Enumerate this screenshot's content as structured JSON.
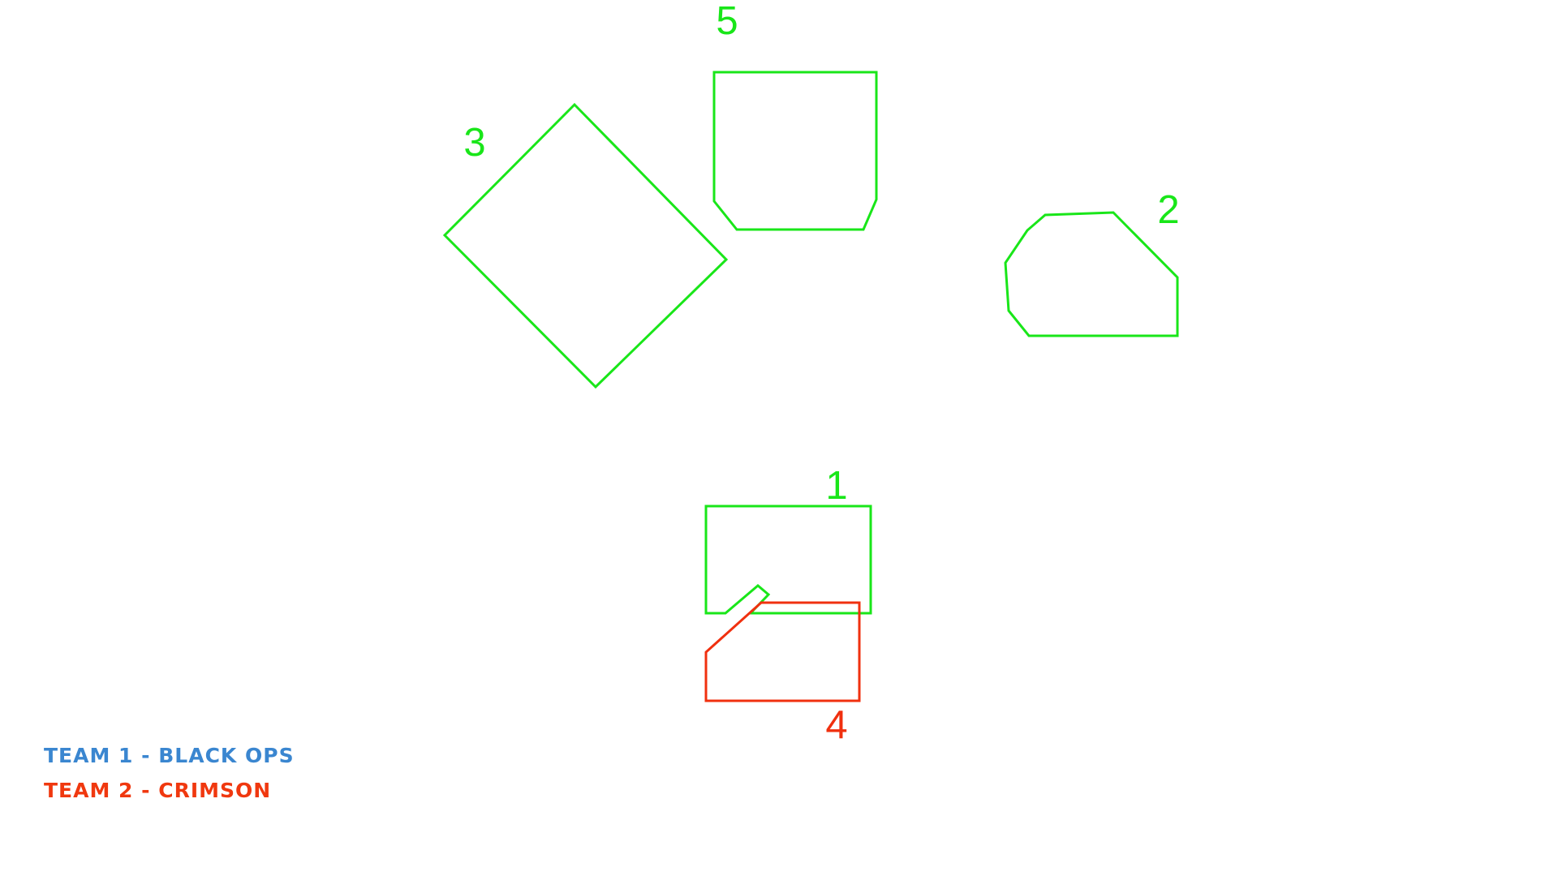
{
  "colors": {
    "zone_default": "#19e619",
    "zone_team2": "#f0300f",
    "team1": "#3a86d0",
    "team2": "#f0380f",
    "background": "#ffffff"
  },
  "zones": [
    {
      "id": "1",
      "label": "1",
      "owner": "neutral"
    },
    {
      "id": "2",
      "label": "2",
      "owner": "neutral"
    },
    {
      "id": "3",
      "label": "3",
      "owner": "neutral"
    },
    {
      "id": "4",
      "label": "4",
      "owner": "team2"
    },
    {
      "id": "5",
      "label": "5",
      "owner": "neutral"
    }
  ],
  "legend": {
    "team1": "TEAM 1 - BLACK OPS",
    "team2": "TEAM 2 - CRIMSON"
  }
}
